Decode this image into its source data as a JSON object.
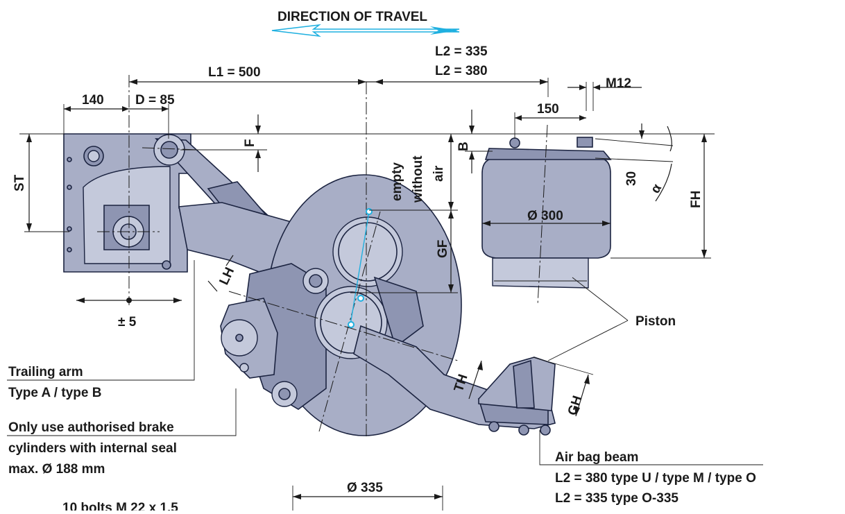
{
  "diagram": {
    "direction_of_travel": "DIRECTION OF TRAVEL",
    "dimensions": {
      "l1": "L1 = 500",
      "l2_a": "L2 = 335",
      "l2_b": "L2 = 380",
      "w140": "140",
      "d85": "D = 85",
      "m12": "M12",
      "w150": "150",
      "st": "ST",
      "f": "F",
      "b": "B",
      "empty": "empty",
      "without": "without",
      "air": "air",
      "gf": "GF",
      "fh": "FH",
      "d300": "Ø 300",
      "a30": "30",
      "alpha": "α",
      "lh": "LH",
      "pm5": "± 5",
      "th": "TH",
      "gh": "GH",
      "d335": "Ø 335"
    },
    "callouts": {
      "piston": "Piston",
      "trailing_arm_1": "Trailing arm",
      "trailing_arm_2": "Type A / type B",
      "brake_1": "Only use authorised brake",
      "brake_2": "cylinders with internal seal",
      "brake_3": "max. Ø 188 mm",
      "bolts": "10 bolts M 22 x 1.5",
      "airbag_1": "Air bag beam",
      "airbag_2": "L2 = 380 type U / type M / type O",
      "airbag_3": "L2 = 335 type O-335"
    },
    "colors": {
      "part_fill": "#a8aec6",
      "outline": "#1b2340",
      "accent_blue": "#1fb0e0"
    }
  }
}
